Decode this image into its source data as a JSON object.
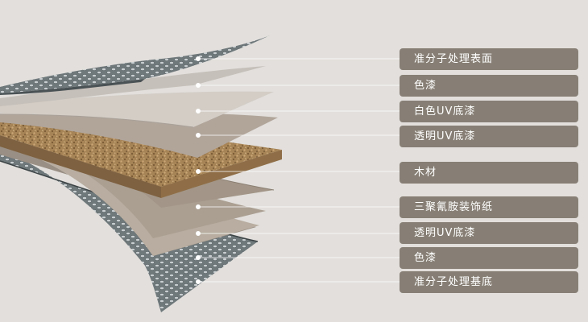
{
  "layers": [
    {
      "label": "准分子处理表面"
    },
    {
      "label": "色漆"
    },
    {
      "label": "白色UV底漆"
    },
    {
      "label": "透明UV底漆"
    },
    {
      "label": "木材"
    },
    {
      "label": "三聚氰胺装饰纸"
    },
    {
      "label": "透明UV底漆"
    },
    {
      "label": "色漆"
    },
    {
      "label": "准分子处理基底"
    }
  ],
  "colors": {
    "background": "#e2dfdc",
    "label_bg": "#877f75",
    "label_text": "#ffffff",
    "leader_line": "#ffffff",
    "wood": "#a9865a",
    "hex_pattern": "#7c8587"
  }
}
